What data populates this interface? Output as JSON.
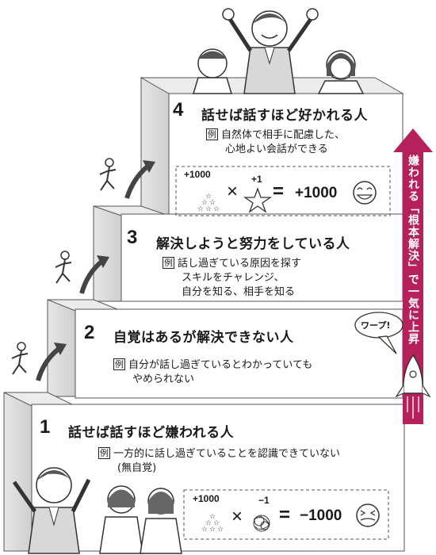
{
  "steps": [
    {
      "number": "1",
      "title": "話せば話すほど嫌われる人",
      "example_tag": "例",
      "example_lines": [
        "一方的に話し過ぎていることを認識できていない",
        "(無自覚)"
      ]
    },
    {
      "number": "2",
      "title": "自覚はあるが解決できない人",
      "example_tag": "例",
      "example_lines": [
        "自分が話し過ぎているとわかっていても",
        "やめられない"
      ]
    },
    {
      "number": "3",
      "title": "解決しようと努力をしている人",
      "example_tag": "例",
      "example_lines": [
        "話し過ぎている原因を探す",
        "スキルをチャレンジ、",
        "自分を知る、相手を知る"
      ]
    },
    {
      "number": "4",
      "title": "話せば話すほど好かれる人",
      "example_tag": "例",
      "example_lines": [
        "自然体で相手に配慮した、",
        "心地よい会話ができる"
      ]
    }
  ],
  "formulas": {
    "top": {
      "left_value": "+1000",
      "times": "×",
      "right_value": "+1",
      "equals": "=",
      "result": "+1000"
    },
    "bottom": {
      "left_value": "+1000",
      "times": "×",
      "right_value": "−1",
      "equals": "=",
      "result": "−1000"
    }
  },
  "arrow_text": "嫌われる「根本解決」で一気に上昇",
  "bubble_text": "ワープ!"
}
